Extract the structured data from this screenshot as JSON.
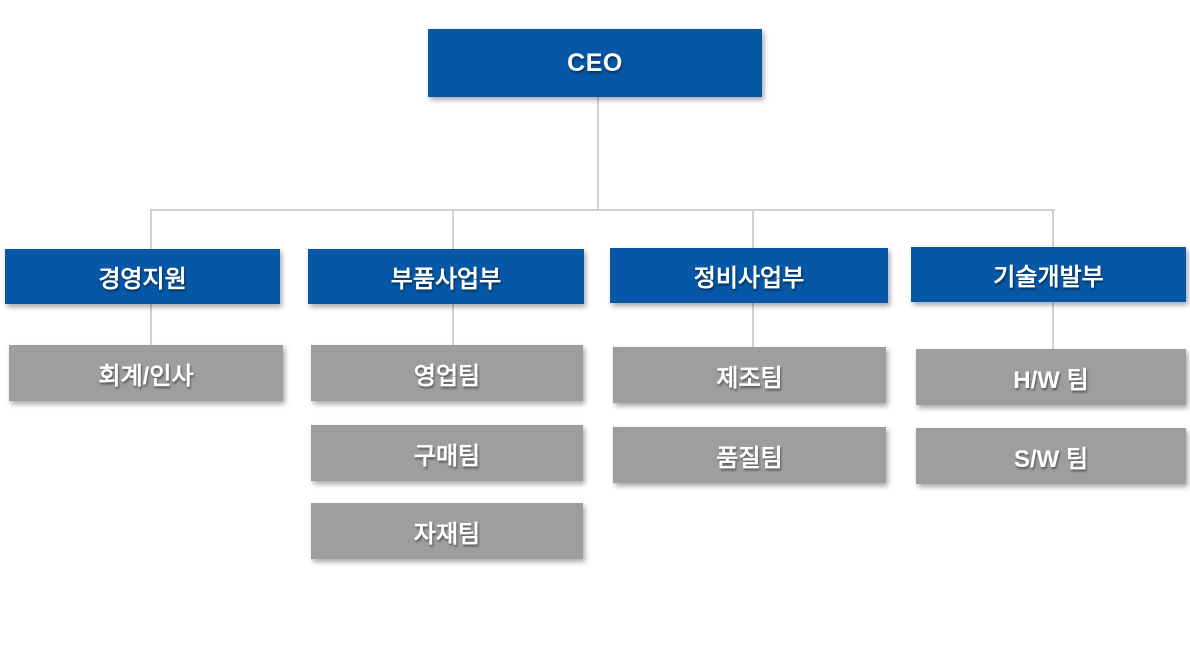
{
  "org_chart": {
    "root": {
      "label": "CEO"
    },
    "departments": [
      {
        "label": "경영지원",
        "teams": [
          "회계/인사"
        ]
      },
      {
        "label": "부품사업부",
        "teams": [
          "영업팀",
          "구매팀",
          "자재팀"
        ]
      },
      {
        "label": "정비사업부",
        "teams": [
          "제조팀",
          "품질팀"
        ]
      },
      {
        "label": "기술개발부",
        "teams": [
          "H/W 팀",
          "S/W 팀"
        ]
      }
    ],
    "colors": {
      "node_primary": "#0657a6",
      "node_secondary": "#9e9e9e",
      "connector": "#c9c9c9",
      "node_text": "#ffffff",
      "background": "#ffffff"
    }
  }
}
